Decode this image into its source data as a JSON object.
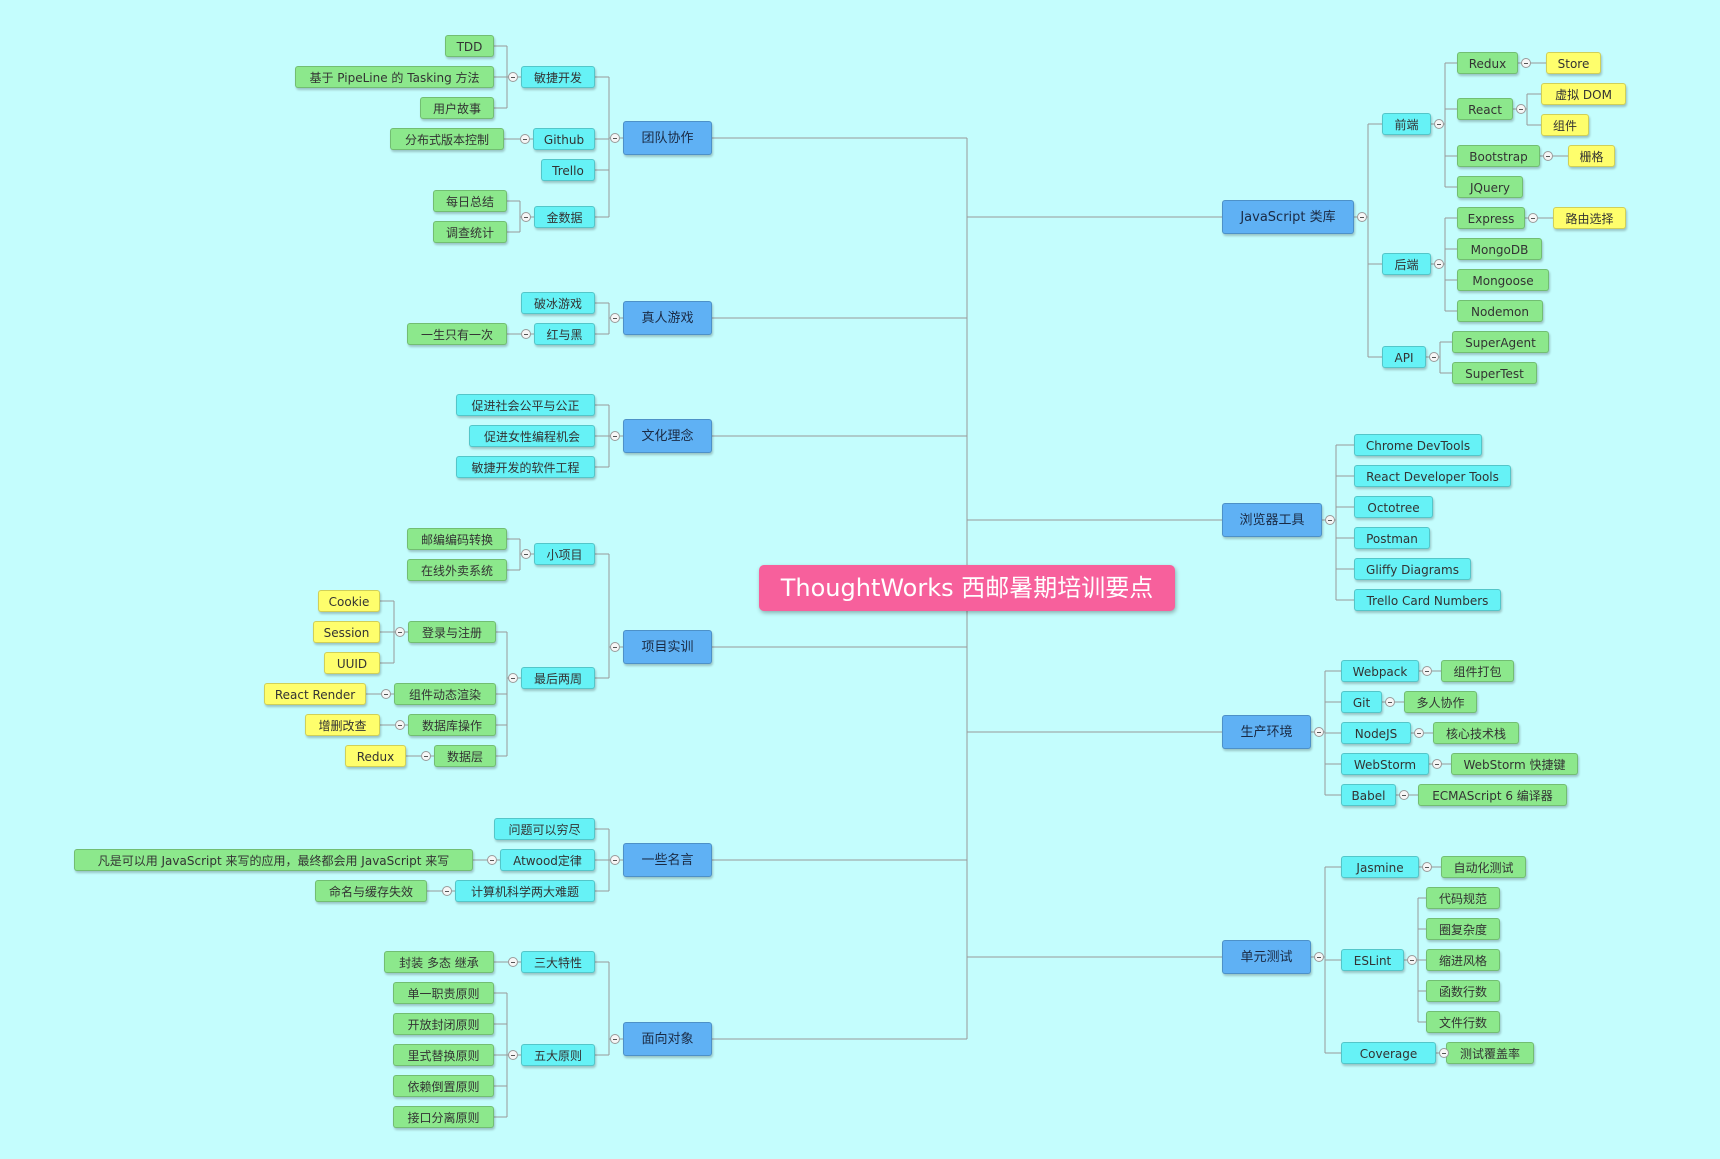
{
  "root": "ThoughtWorks 西邮暑期培训要点",
  "branches": {
    "team": {
      "label": "团队协作",
      "agile": {
        "label": "敏捷开发",
        "items": [
          "TDD",
          "基于 PipeLine 的 Tasking 方法",
          "用户故事"
        ]
      },
      "github": {
        "label": "Github",
        "items": [
          "分布式版本控制"
        ]
      },
      "trello": "Trello",
      "data": {
        "label": "金数据",
        "items": [
          "每日总结",
          "调查统计"
        ]
      }
    },
    "game": {
      "label": "真人游戏",
      "icebreak": "破冰游戏",
      "redblack": {
        "label": "红与黑",
        "items": [
          "一生只有一次"
        ]
      }
    },
    "culture": {
      "label": "文化理念",
      "items": [
        "促进社会公平与公正",
        "促进女性编程机会",
        "敏捷开发的软件工程"
      ]
    },
    "project": {
      "label": "项目实训",
      "small": {
        "label": "小项目",
        "items": [
          "邮编编码转换",
          "在线外卖系统"
        ]
      },
      "last": {
        "label": "最后两周",
        "login": {
          "label": "登录与注册",
          "items": [
            "Cookie",
            "Session",
            "UUID"
          ]
        },
        "render": {
          "label": "组件动态渲染",
          "items": [
            "React Render"
          ]
        },
        "db": {
          "label": "数据库操作",
          "items": [
            "增删改查"
          ]
        },
        "layer": {
          "label": "数据层",
          "items": [
            "Redux"
          ]
        }
      }
    },
    "quotes": {
      "label": "一些名言",
      "q1": "问题可以穷尽",
      "atwood": {
        "label": "Atwood定律",
        "items": [
          "凡是可以用 JavaScript 来写的应用，最终都会用 JavaScript 来写"
        ]
      },
      "cs": {
        "label": "计算机科学两大难题",
        "items": [
          "命名与缓存失效"
        ]
      }
    },
    "oop": {
      "label": "面向对象",
      "three": {
        "label": "三大特性",
        "items": [
          "封装 多态 继承"
        ]
      },
      "five": {
        "label": "五大原则",
        "items": [
          "单一职责原则",
          "开放封闭原则",
          "里式替换原则",
          "依赖倒置原则",
          "接口分离原则"
        ]
      }
    },
    "js": {
      "label": "JavaScript 类库",
      "front": {
        "label": "前端",
        "redux": {
          "label": "Redux",
          "items": [
            "Store"
          ]
        },
        "react": {
          "label": "React",
          "items": [
            "虚拟 DOM",
            "组件"
          ]
        },
        "bootstrap": {
          "label": "Bootstrap",
          "items": [
            "栅格"
          ]
        },
        "jquery": "JQuery"
      },
      "back": {
        "label": "后端",
        "express": {
          "label": "Express",
          "items": [
            "路由选择"
          ]
        },
        "mongodb": "MongoDB",
        "mongoose": "Mongoose",
        "nodemon": "Nodemon"
      },
      "api": {
        "label": "API",
        "items": [
          "SuperAgent",
          "SuperTest"
        ]
      }
    },
    "browser": {
      "label": "浏览器工具",
      "items": [
        "Chrome DevTools",
        "React Developer Tools",
        "Octotree",
        "Postman",
        "Gliffy Diagrams",
        "Trello Card Numbers"
      ]
    },
    "prod": {
      "label": "生产环境",
      "items": [
        {
          "label": "Webpack",
          "child": "组件打包"
        },
        {
          "label": "Git",
          "child": "多人协作"
        },
        {
          "label": "NodeJS",
          "child": "核心技术栈"
        },
        {
          "label": "WebStorm",
          "child": "WebStorm 快捷键"
        },
        {
          "label": "Babel",
          "child": "ECMAScript 6 编译器"
        }
      ]
    },
    "test": {
      "label": "单元测试",
      "jasmine": {
        "label": "Jasmine",
        "items": [
          "自动化测试"
        ]
      },
      "eslint": {
        "label": "ESLint",
        "items": [
          "代码规范",
          "圈复杂度",
          "缩进风格",
          "函数行数",
          "文件行数"
        ]
      },
      "coverage": {
        "label": "Coverage",
        "items": [
          "测试覆盖率"
        ]
      }
    }
  },
  "colors": {
    "background": "#c4fdfd",
    "root": "#f7609c",
    "main": "#5fb1f4",
    "level2": "#66f2f6",
    "leaf": "#8ce88c",
    "leaf_alt": "#fefe6c",
    "line": "#999999"
  }
}
